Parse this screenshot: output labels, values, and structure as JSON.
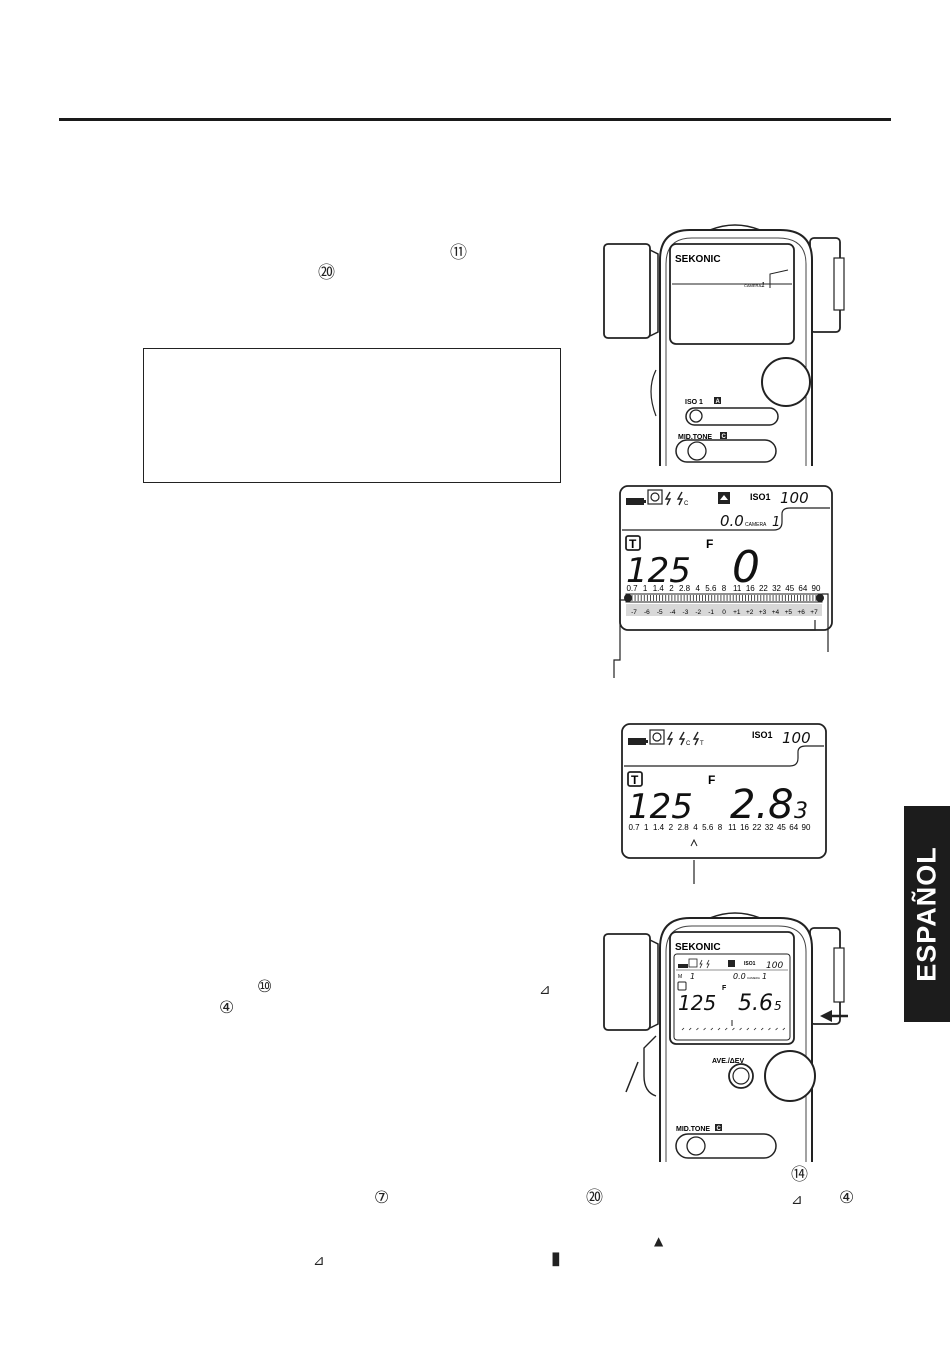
{
  "side_tab": {
    "label": "ESPAÑOL"
  },
  "callouts": {
    "c11": "⑪",
    "c20a": "⑳",
    "c10": "⑩",
    "c4a": "④",
    "c14": "⑭",
    "c7": "⑦",
    "c20b": "⑳",
    "c4b": "④"
  },
  "symbols": {
    "delta1": "⊿",
    "delta2": "⊿",
    "delta3": "⊿",
    "arrow_up": "▲",
    "bar": "▮"
  },
  "meter_top": {
    "brand": "SEKONIC",
    "camera_label": "CAMERA",
    "camera_value": "1",
    "iso_button": "ISO 1",
    "iso_badge": "A",
    "midtone_button": "MID.TONE",
    "midtone_badge": "C"
  },
  "lcd1": {
    "iso_label": "ISO1",
    "iso_value": "100",
    "ev_offset": "0.0",
    "camera_label": "CAMERA",
    "camera_value": "1",
    "mode_badge": "T",
    "shutter": "125",
    "f_label": "F",
    "aperture": "0",
    "fstops": [
      "0.7",
      "1",
      "1.4",
      "2",
      "2.8",
      "4",
      "5.6",
      "8",
      "11",
      "16",
      "22",
      "32",
      "45",
      "64",
      "90"
    ],
    "ev_scale": [
      "-7",
      "-6",
      "-5",
      "-4",
      "-3",
      "-2",
      "-1",
      "0",
      "+1",
      "+2",
      "+3",
      "+4",
      "+5",
      "+6",
      "+7"
    ]
  },
  "lcd2": {
    "iso_label": "ISO1",
    "iso_value": "100",
    "mode_badge": "T",
    "shutter": "125",
    "f_label": "F",
    "aperture": "2.8",
    "aperture_tenths": "3",
    "fstops": [
      "0.7",
      "1",
      "1.4",
      "2",
      "2.8",
      "4",
      "5.6",
      "8",
      "11",
      "16",
      "22",
      "32",
      "45",
      "64",
      "90"
    ]
  },
  "meter_bottom": {
    "brand": "SEKONIC",
    "iso_label": "ISO1",
    "iso_value": "100",
    "m_label": "M",
    "m_value": "1",
    "ev_offset": "0.0",
    "camera_label": "CAMERA",
    "camera_value": "1",
    "mode_badge": "T",
    "shutter": "125",
    "f_label": "F",
    "aperture": "5.6",
    "aperture_tenths": "5",
    "ave_button": "AVE./ΔEV",
    "midtone_button": "MID.TONE",
    "midtone_badge": "C"
  }
}
